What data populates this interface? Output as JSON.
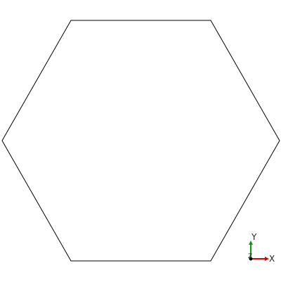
{
  "viewport": {
    "shape": {
      "type": "hexagon",
      "stroke_color": "#000000",
      "fill_color": "#ffffff"
    },
    "triad": {
      "x_label": "X",
      "y_label": "Y",
      "z_label": "Z",
      "x_color": "#e00000",
      "y_color": "#00a000",
      "z_color": "#0000c0",
      "origin_color": "#000000"
    }
  }
}
